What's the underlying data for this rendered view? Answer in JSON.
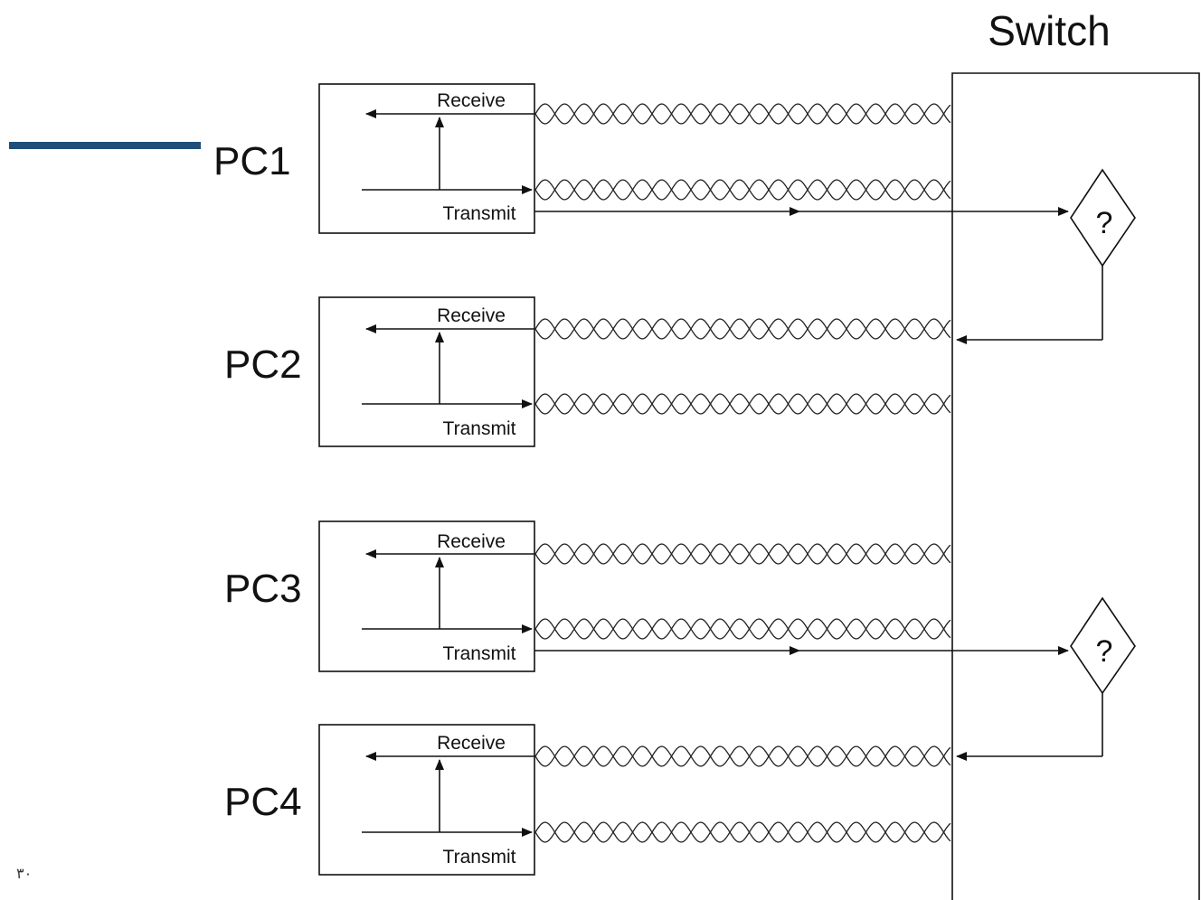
{
  "switch": {
    "label": "Switch"
  },
  "pcs": [
    {
      "name": "PC1",
      "receive_label": "Receive",
      "transmit_label": "Transmit"
    },
    {
      "name": "PC2",
      "receive_label": "Receive",
      "transmit_label": "Transmit"
    },
    {
      "name": "PC3",
      "receive_label": "Receive",
      "transmit_label": "Transmit"
    },
    {
      "name": "PC4",
      "receive_label": "Receive",
      "transmit_label": "Transmit"
    }
  ],
  "decision_nodes": [
    {
      "label": "?"
    },
    {
      "label": "?"
    }
  ],
  "page_number": "٣٠",
  "colors": {
    "accent_bar": "#1f4e79",
    "ink": "#111111"
  }
}
